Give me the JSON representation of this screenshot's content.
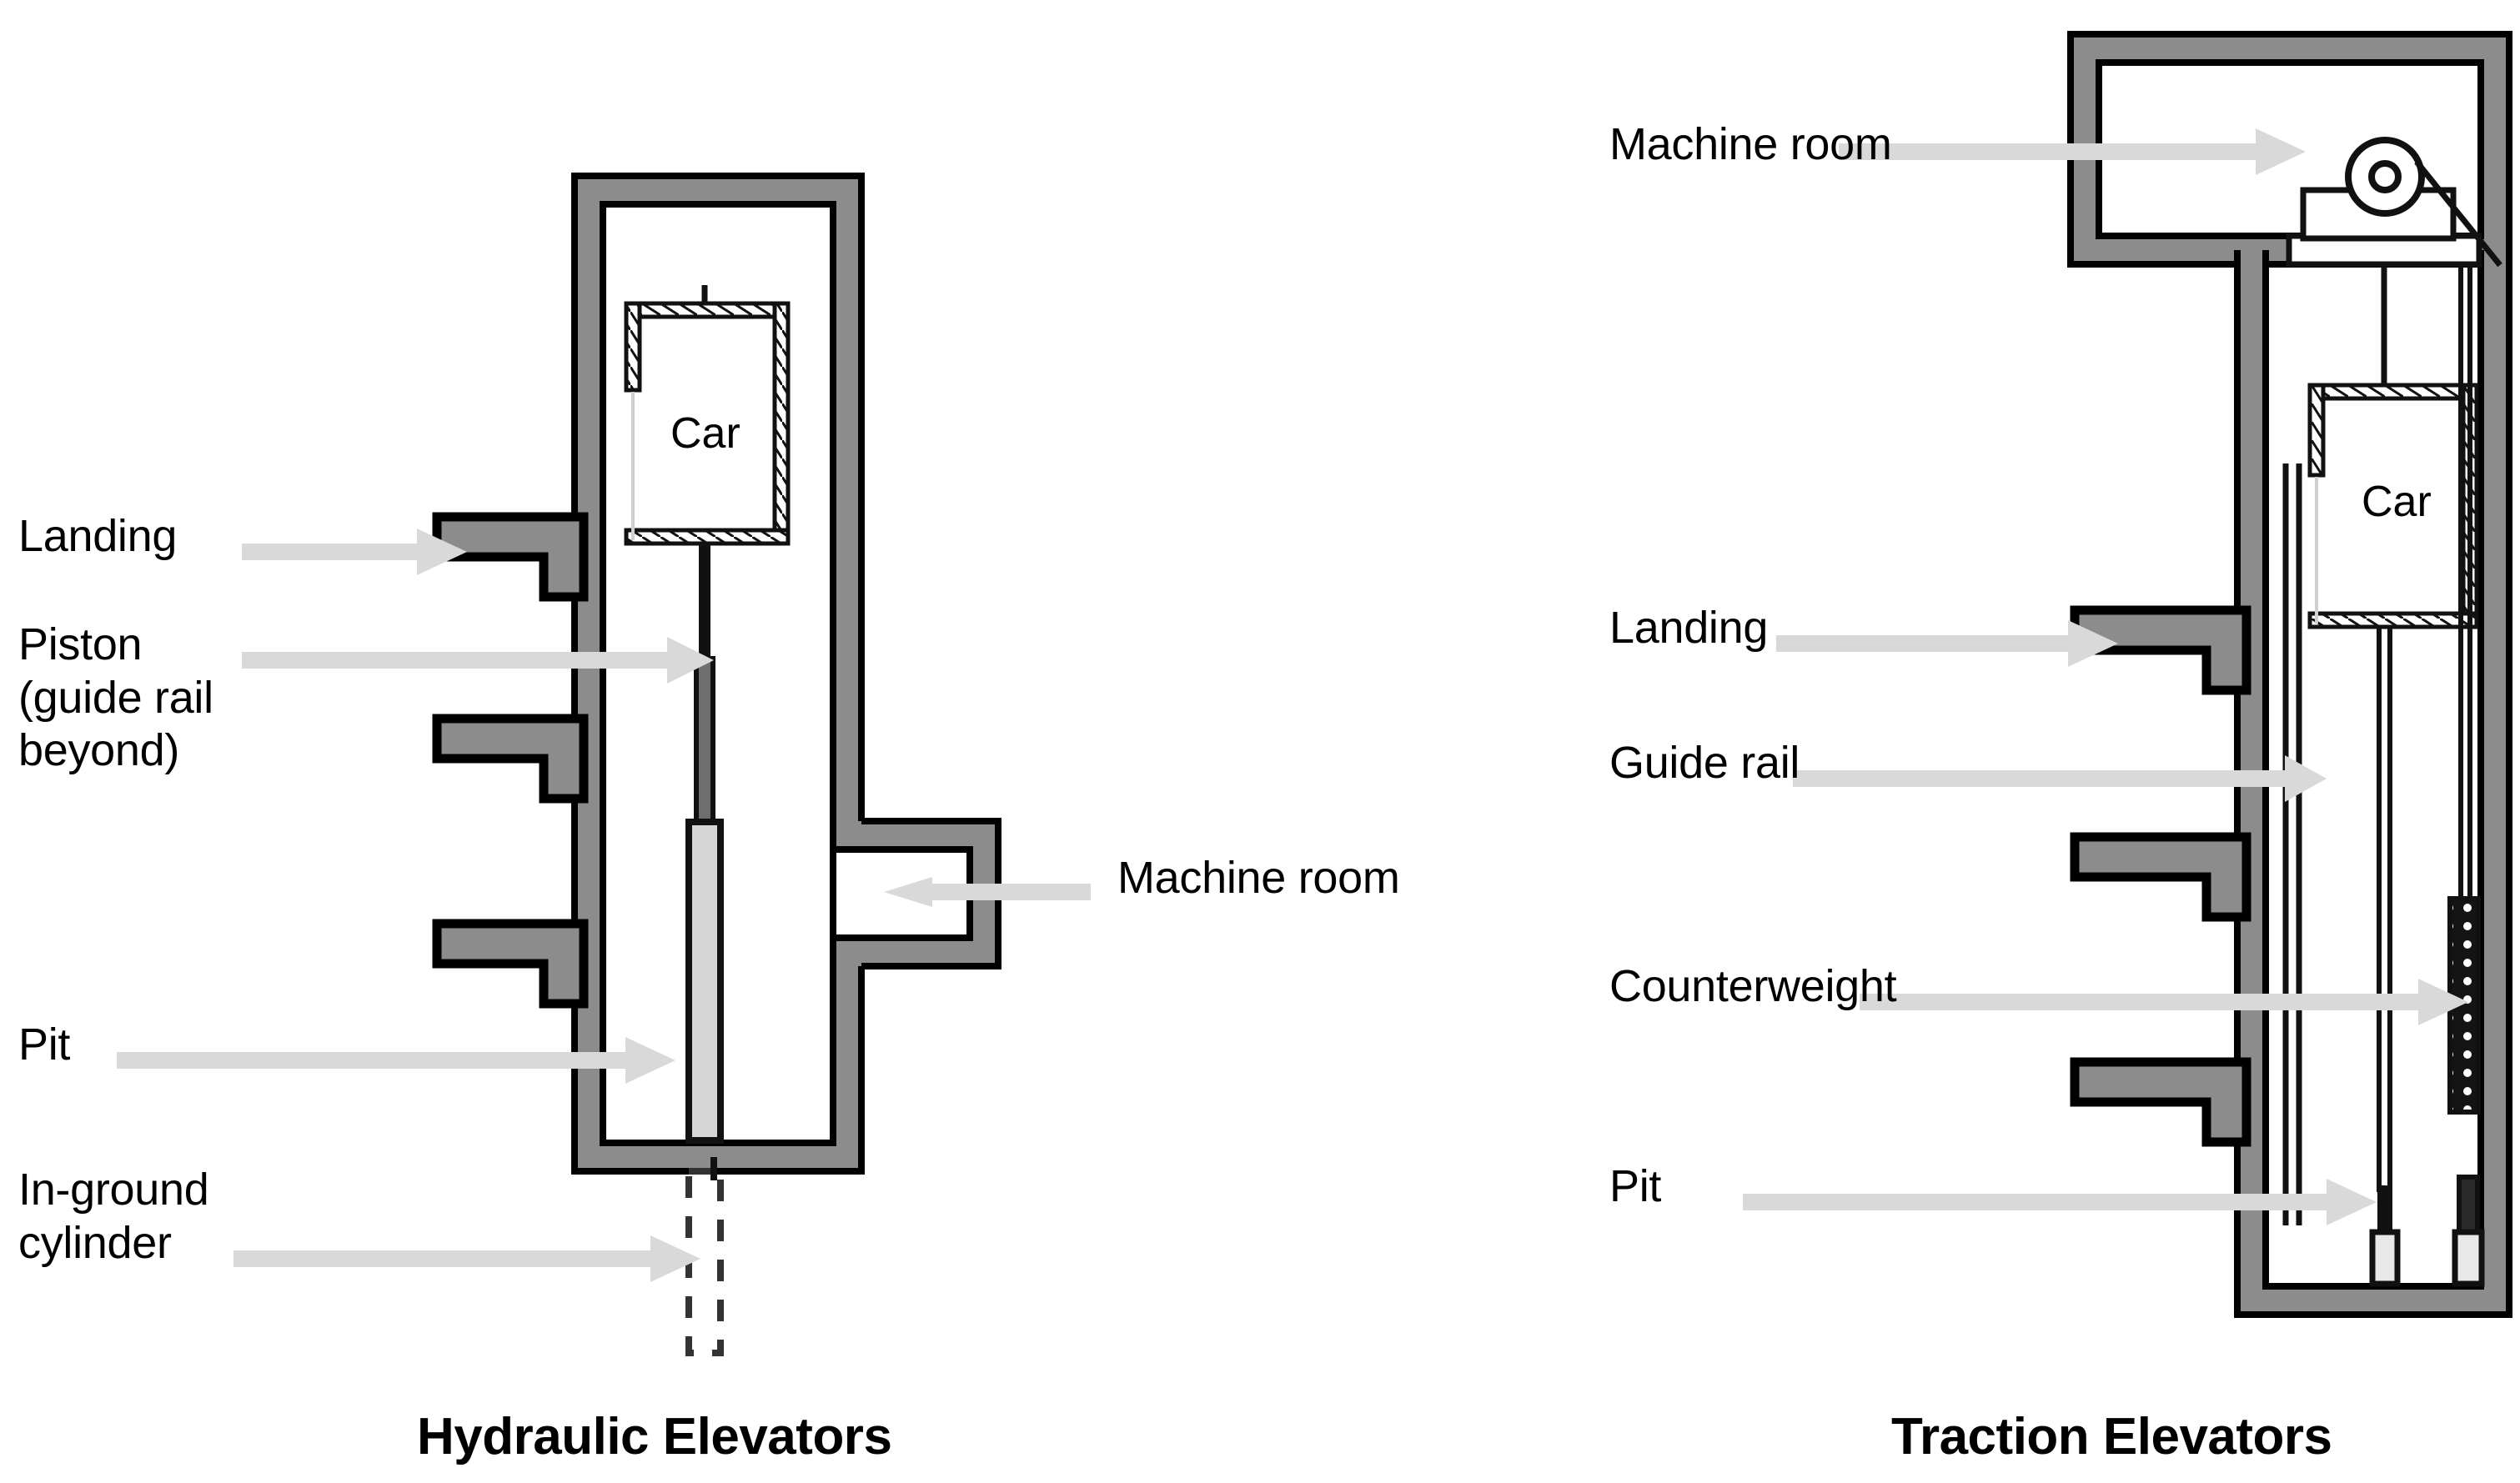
{
  "diagram": {
    "kind": "elevator-cross-section-comparison",
    "background_color": "#ffffff",
    "line_color": "#000000",
    "wall_fill_color": "#8c8c8c",
    "arrow_color": "#d9d9d9",
    "piston_mid_color": "#6e6e6e",
    "piston_cylinder_color": "#d0d0d0"
  },
  "panels": [
    {
      "id": "hydraulic",
      "title": "Hydraulic Elevators",
      "car_label": "Car",
      "callouts": [
        {
          "id": "landing",
          "label": "Landing",
          "arrow": "right"
        },
        {
          "id": "piston",
          "label": "Piston\n(guide rail\nbeyond)",
          "arrow": "right"
        },
        {
          "id": "machine-room",
          "label": "Machine room",
          "arrow": "left"
        },
        {
          "id": "pit",
          "label": "Pit",
          "arrow": "right"
        },
        {
          "id": "in-ground-cylinder",
          "label": "In-ground\ncylinder",
          "arrow": "right"
        }
      ]
    },
    {
      "id": "traction",
      "title": "Traction Elevators",
      "car_label": "Car",
      "callouts": [
        {
          "id": "machine-room",
          "label": "Machine room",
          "arrow": "right"
        },
        {
          "id": "landing",
          "label": "Landing",
          "arrow": "right"
        },
        {
          "id": "guide-rail",
          "label": "Guide rail",
          "arrow": "right"
        },
        {
          "id": "counterweight",
          "label": "Counterweight",
          "arrow": "right"
        },
        {
          "id": "pit",
          "label": "Pit",
          "arrow": "right"
        }
      ]
    }
  ]
}
